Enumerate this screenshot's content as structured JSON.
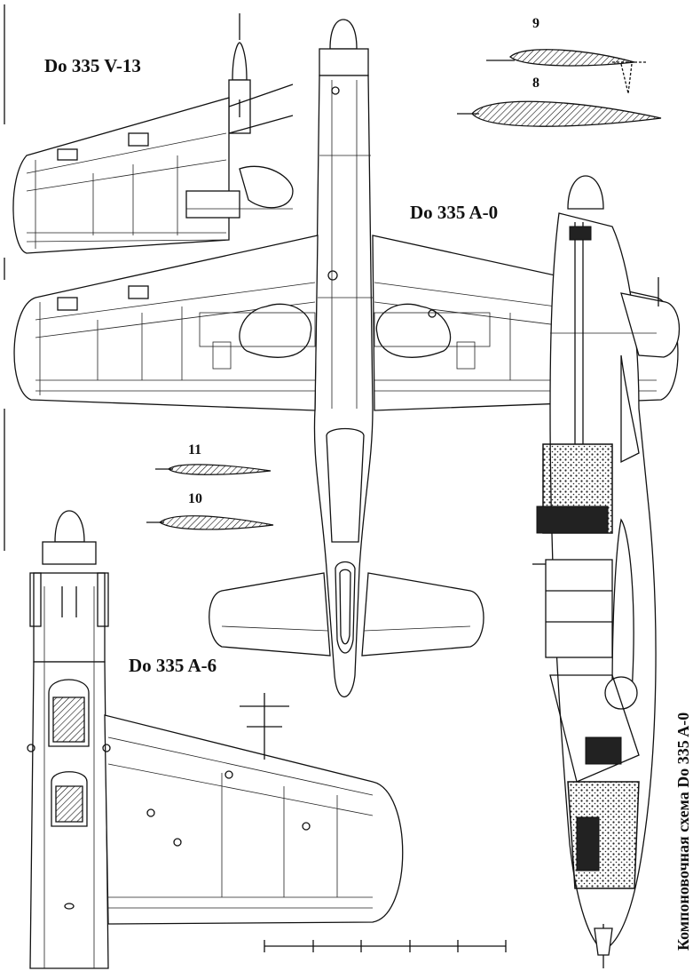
{
  "labels": {
    "v13": "Do 335 V-13",
    "a0": "Do 335 A-0",
    "a6": "Do 335 A-6",
    "caption_vertical": "Компоновочная схема Do 335 A-0"
  },
  "profile_numbers": {
    "n9": "9",
    "n8": "8",
    "n11": "11",
    "n10": "10"
  }
}
